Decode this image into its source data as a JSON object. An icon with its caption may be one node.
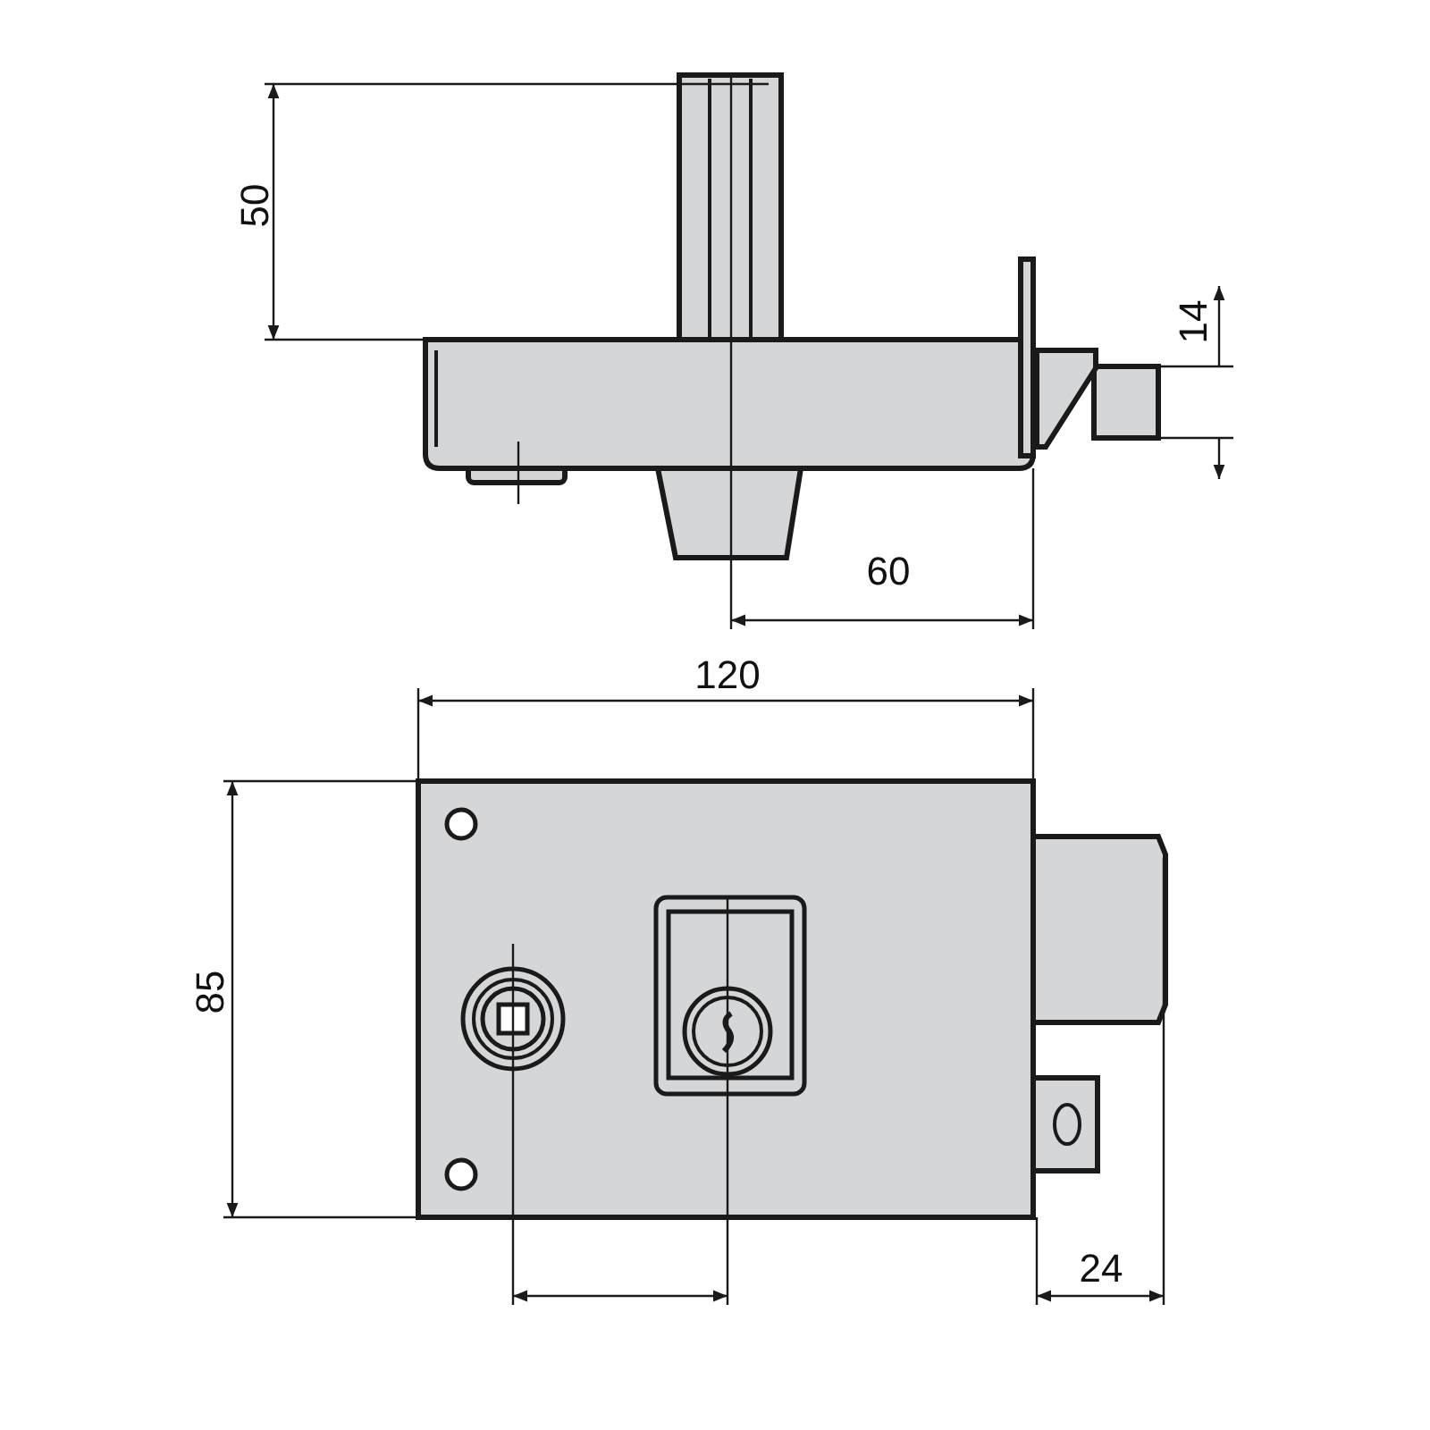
{
  "diagram": {
    "labels": [
      "50",
      "14",
      "60",
      "120",
      "85",
      "24"
    ]
  }
}
